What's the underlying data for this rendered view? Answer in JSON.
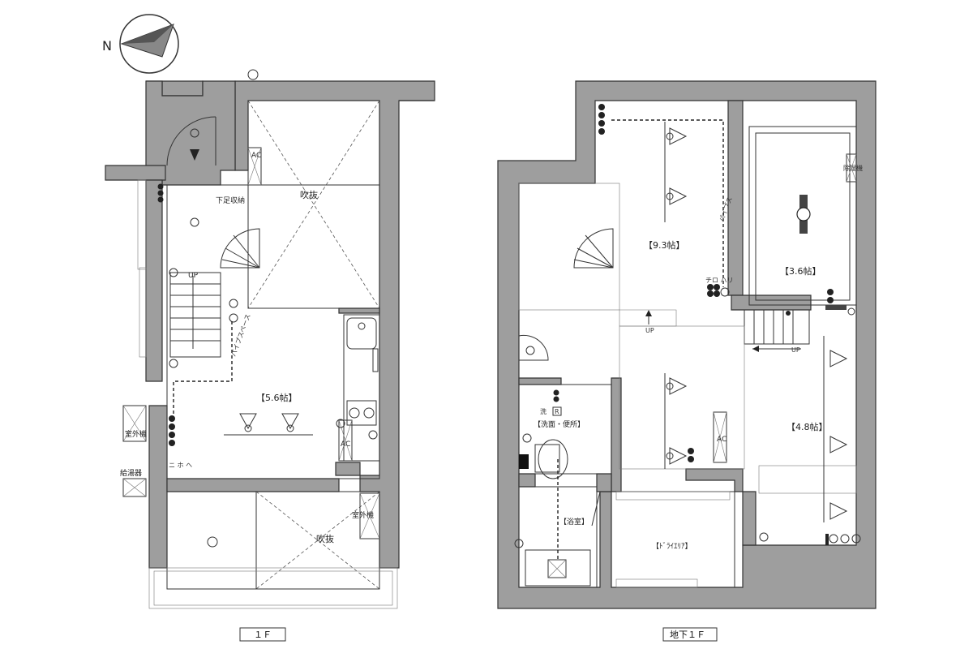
{
  "compass": {
    "north_label": "N",
    "icon": "north-arrow-icon"
  },
  "floor_1f": {
    "caption": "１Ｆ",
    "room": "【5.6帖】",
    "void_upper": "吹抜",
    "void_lower": "吹抜",
    "shoe_storage": "下足収納",
    "outdoor_unit_left": "室外機",
    "outdoor_unit_right": "室外機",
    "water_heater": "給湯器",
    "up_label": "UP",
    "ac_upper": "AC",
    "ac_lower": "AC",
    "pipe_label": "パイプスペース",
    "symbol_chips": "ニ ホ ヘ"
  },
  "floor_b1f": {
    "caption": "地下１Ｆ",
    "room_main": "【9.3帖】",
    "room_side": "【3.6帖】",
    "room_lower": "【4.8帖】",
    "washroom": "【洗面・便所】",
    "bathroom": "【浴室】",
    "dry_area": "【ﾄﾞﾗｲｴﾘｱ】",
    "dehumidifier": "除湿機",
    "up_upper": "UP",
    "up_lower": "UP",
    "ac": "AC",
    "pipe_label": "パイプス",
    "symbols_upper": "チロ ハリ",
    "symbols_r": "R",
    "washer_label": "洗"
  },
  "colors": {
    "wall": "#9e9e9e",
    "ink": "#222222",
    "background": "#ffffff"
  }
}
